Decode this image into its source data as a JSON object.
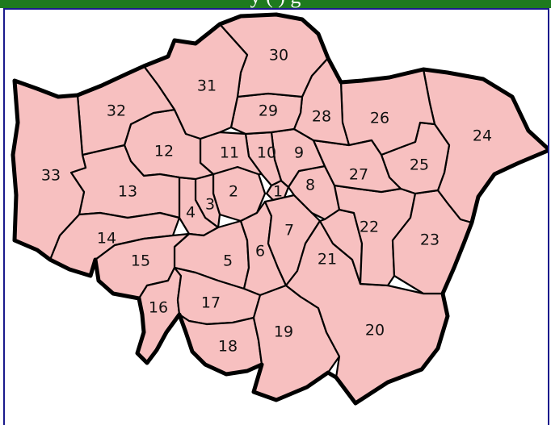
{
  "header": {
    "title_fragment": "y ( ) g",
    "background_color": "#1e7a1e",
    "text_color": "#ffffff"
  },
  "panel": {
    "border_color": "#1a1a8c"
  },
  "map": {
    "region_fill": "#f7c0c0",
    "border_color": "#000000",
    "boroughs": [
      {
        "number": "1"
      },
      {
        "number": "2"
      },
      {
        "number": "3"
      },
      {
        "number": "4"
      },
      {
        "number": "5"
      },
      {
        "number": "6"
      },
      {
        "number": "7"
      },
      {
        "number": "8"
      },
      {
        "number": "9"
      },
      {
        "number": "10"
      },
      {
        "number": "11"
      },
      {
        "number": "12"
      },
      {
        "number": "13"
      },
      {
        "number": "14"
      },
      {
        "number": "15"
      },
      {
        "number": "16"
      },
      {
        "number": "17"
      },
      {
        "number": "18"
      },
      {
        "number": "19"
      },
      {
        "number": "20"
      },
      {
        "number": "21"
      },
      {
        "number": "22"
      },
      {
        "number": "23"
      },
      {
        "number": "24"
      },
      {
        "number": "25"
      },
      {
        "number": "26"
      },
      {
        "number": "27"
      },
      {
        "number": "28"
      },
      {
        "number": "29"
      },
      {
        "number": "30"
      },
      {
        "number": "31"
      },
      {
        "number": "32"
      },
      {
        "number": "33"
      }
    ]
  }
}
